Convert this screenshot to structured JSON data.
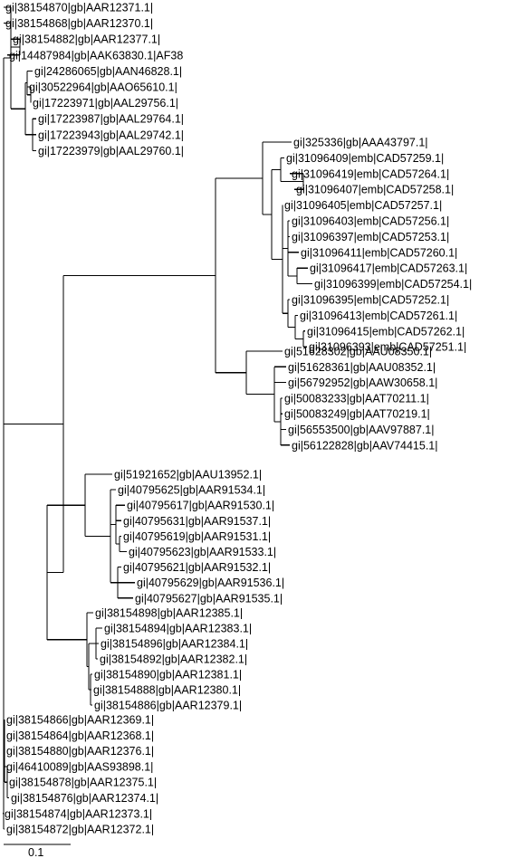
{
  "scale_bar": {
    "label": "0.1"
  },
  "clades": [
    {
      "id": "top",
      "leaves": [
        "gi|38154870|gb|AAR12371.1|",
        "gi|38154868|gb|AAR12370.1|",
        "gi|38154882|gb|AAR12377.1|",
        "gi|14487984|gb|AAK63830.1|AF38",
        "gi|24286065|gb|AAN46828.1|",
        "gi|30522964|gb|AAO65610.1|",
        "gi|17223971|gb|AAL29756.1|",
        "gi|17223987|gb|AAL29764.1|",
        "gi|17223943|gb|AAL29742.1|",
        "gi|17223979|gb|AAL29760.1|"
      ]
    },
    {
      "id": "emb",
      "leaves": [
        "gi|325336|gb|AAA43797.1|",
        "gi|31096409|emb|CAD57259.1|",
        "gi|31096419|emb|CAD57264.1|",
        "gi|31096407|emb|CAD57258.1|",
        "gi|31096405|emb|CAD57257.1|",
        "gi|31096403|emb|CAD57256.1|",
        "gi|31096397|emb|CAD57253.1|",
        "gi|31096411|emb|CAD57260.1|",
        "gi|31096417|emb|CAD57263.1|",
        "gi|31096399|emb|CAD57254.1|",
        "gi|31096395|emb|CAD57252.1|",
        "gi|31096413|emb|CAD57261.1|",
        "gi|31096415|emb|CAD57262.1|",
        "gi|31096393|emb|CAD57251.1|"
      ]
    },
    {
      "id": "aau",
      "leaves": [
        "gi|51628302|gb|AAU08350.1|",
        "gi|51628361|gb|AAU08352.1|",
        "gi|56792952|gb|AAW30658.1|",
        "gi|50083233|gb|AAT70211.1|",
        "gi|50083249|gb|AAT70219.1|",
        "gi|56553500|gb|AAV97887.1|",
        "gi|56122828|gb|AAV74415.1|"
      ]
    },
    {
      "id": "aar915",
      "leaves": [
        "gi|51921652|gb|AAU13952.1|",
        "gi|40795625|gb|AAR91534.1|",
        "gi|40795617|gb|AAR91530.1|",
        "gi|40795631|gb|AAR91537.1|",
        "gi|40795619|gb|AAR91531.1|",
        "gi|40795623|gb|AAR91533.1|",
        "gi|40795621|gb|AAR91532.1|",
        "gi|40795629|gb|AAR91536.1|",
        "gi|40795627|gb|AAR91535.1|"
      ]
    },
    {
      "id": "aar123",
      "leaves": [
        "gi|38154898|gb|AAR12385.1|",
        "gi|38154894|gb|AAR12383.1|",
        "gi|38154896|gb|AAR12384.1|",
        "gi|38154892|gb|AAR12382.1|",
        "gi|38154890|gb|AAR12381.1|",
        "gi|38154888|gb|AAR12380.1|",
        "gi|38154886|gb|AAR12379.1|"
      ]
    },
    {
      "id": "bottom",
      "leaves": [
        "gi|38154866|gb|AAR12369.1|",
        "gi|38154864|gb|AAR12368.1|",
        "gi|38154880|gb|AAR12376.1|",
        "gi|46410089|gb|AAS93898.1|",
        "gi|38154878|gb|AAR12375.1|",
        "gi|38154876|gb|AAR12374.1|",
        "gi|38154874|gb|AAR12373.1|",
        "gi|38154872|gb|AAR12372.1|"
      ]
    }
  ]
}
